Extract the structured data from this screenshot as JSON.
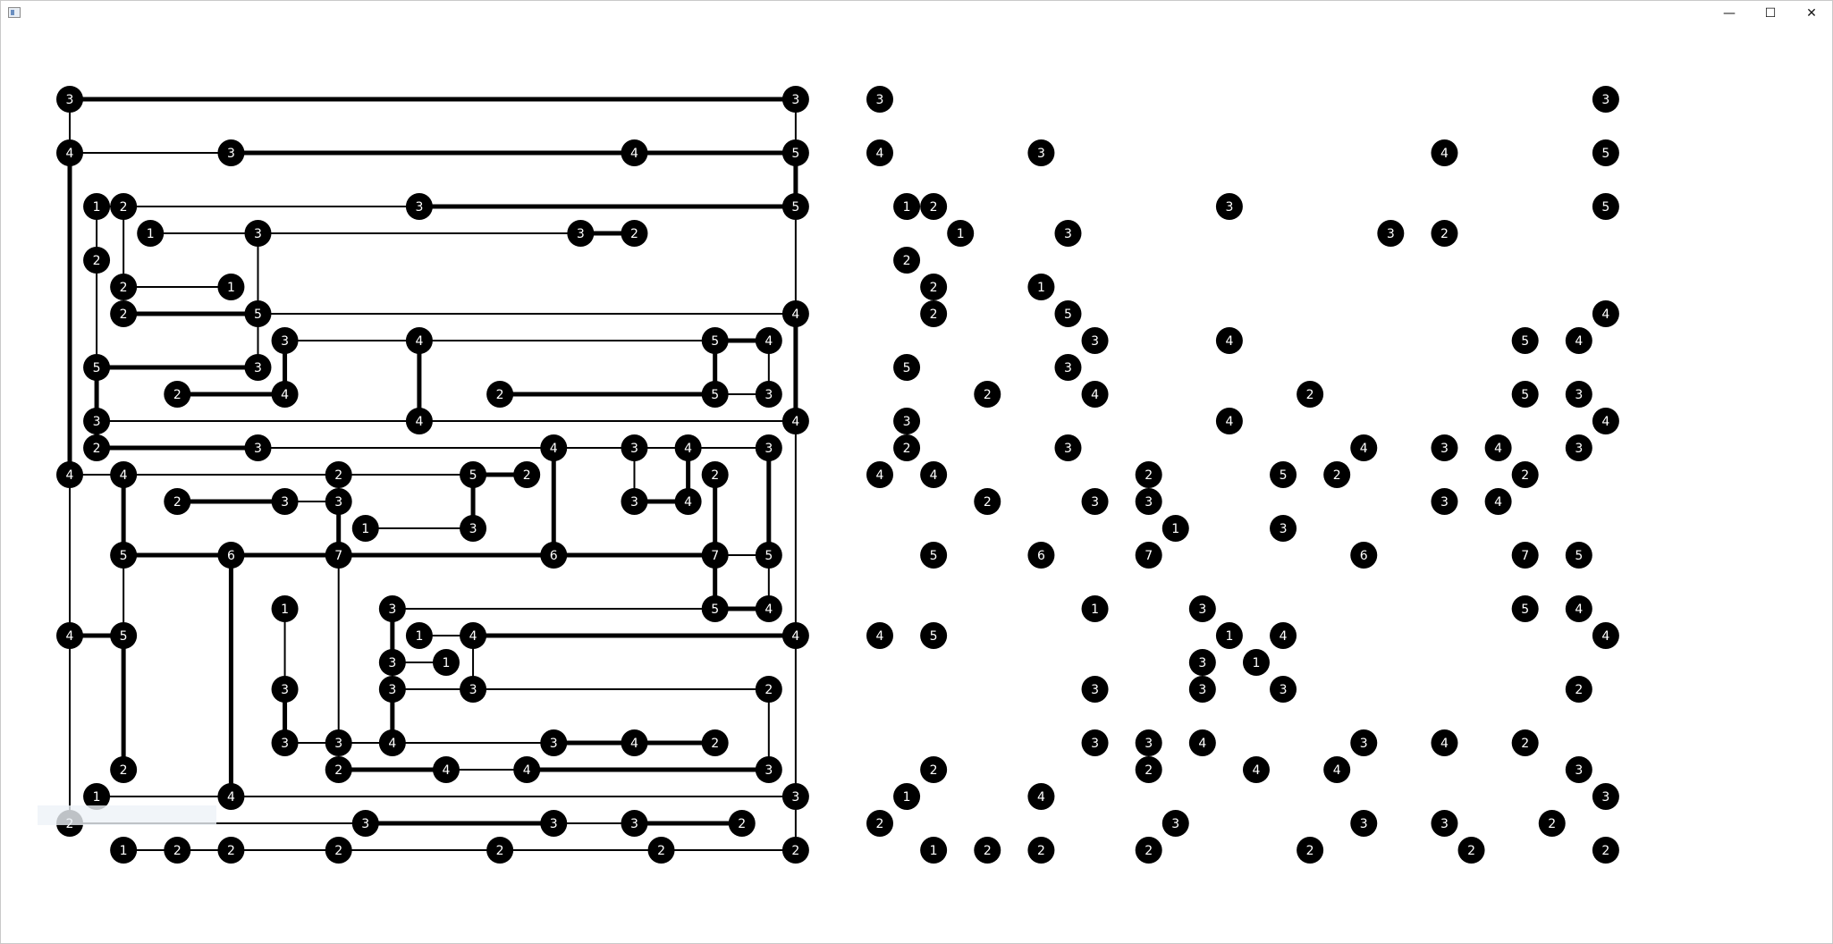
{
  "window": {
    "title": "",
    "minimize_glyph": "—",
    "maximize_glyph": "☐",
    "close_glyph": "✕"
  },
  "ghost_label": "",
  "puzzle": {
    "name": "hashiwokakero",
    "island_color": "#000000",
    "number_color": "#ffffff",
    "bridge_color": "#000000",
    "islands": [
      {
        "id": "A1",
        "col": 0,
        "row": 0,
        "n": 3
      },
      {
        "id": "B1",
        "col": 27,
        "row": 0,
        "n": 3
      },
      {
        "id": "A2",
        "col": 0,
        "row": 2,
        "n": 4
      },
      {
        "id": "C2",
        "col": 6,
        "row": 2,
        "n": 3
      },
      {
        "id": "D2",
        "col": 21,
        "row": 2,
        "n": 4
      },
      {
        "id": "B2",
        "col": 27,
        "row": 2,
        "n": 5
      },
      {
        "id": "E4",
        "col": 1,
        "row": 4,
        "n": 1
      },
      {
        "id": "F4",
        "col": 2,
        "row": 4,
        "n": 2
      },
      {
        "id": "G4",
        "col": 13,
        "row": 4,
        "n": 3
      },
      {
        "id": "B4",
        "col": 27,
        "row": 4,
        "n": 5
      },
      {
        "id": "H5",
        "col": 3,
        "row": 5,
        "n": 1
      },
      {
        "id": "I5",
        "col": 7,
        "row": 5,
        "n": 3
      },
      {
        "id": "J5",
        "col": 19,
        "row": 5,
        "n": 3
      },
      {
        "id": "K5",
        "col": 21,
        "row": 5,
        "n": 2
      },
      {
        "id": "E6",
        "col": 1,
        "row": 6,
        "n": 2
      },
      {
        "id": "F7",
        "col": 2,
        "row": 7,
        "n": 2
      },
      {
        "id": "C7",
        "col": 6,
        "row": 7,
        "n": 1
      },
      {
        "id": "F8",
        "col": 2,
        "row": 8,
        "n": 2
      },
      {
        "id": "I8",
        "col": 7,
        "row": 8,
        "n": 5
      },
      {
        "id": "B8",
        "col": 27,
        "row": 8,
        "n": 4
      },
      {
        "id": "L9",
        "col": 8,
        "row": 9,
        "n": 3
      },
      {
        "id": "G9",
        "col": 13,
        "row": 9,
        "n": 4
      },
      {
        "id": "M9",
        "col": 24,
        "row": 9,
        "n": 5
      },
      {
        "id": "N9",
        "col": 26,
        "row": 9,
        "n": 4
      },
      {
        "id": "E10",
        "col": 1,
        "row": 10,
        "n": 5
      },
      {
        "id": "I10",
        "col": 7,
        "row": 10,
        "n": 3
      },
      {
        "id": "O11",
        "col": 4,
        "row": 11,
        "n": 2
      },
      {
        "id": "L11",
        "col": 8,
        "row": 11,
        "n": 4
      },
      {
        "id": "P11",
        "col": 16,
        "row": 11,
        "n": 2
      },
      {
        "id": "M11",
        "col": 24,
        "row": 11,
        "n": 5
      },
      {
        "id": "N11",
        "col": 26,
        "row": 11,
        "n": 3
      },
      {
        "id": "E12",
        "col": 1,
        "row": 12,
        "n": 3
      },
      {
        "id": "G12",
        "col": 13,
        "row": 12,
        "n": 4
      },
      {
        "id": "B12",
        "col": 27,
        "row": 12,
        "n": 4
      },
      {
        "id": "E13",
        "col": 1,
        "row": 13,
        "n": 2
      },
      {
        "id": "I13",
        "col": 7,
        "row": 13,
        "n": 3
      },
      {
        "id": "Q13",
        "col": 18,
        "row": 13,
        "n": 4
      },
      {
        "id": "R13",
        "col": 21,
        "row": 13,
        "n": 3
      },
      {
        "id": "S13",
        "col": 23,
        "row": 13,
        "n": 4
      },
      {
        "id": "N13",
        "col": 26,
        "row": 13,
        "n": 3
      },
      {
        "id": "A14",
        "col": 0,
        "row": 14,
        "n": 4
      },
      {
        "id": "F14",
        "col": 2,
        "row": 14,
        "n": 4
      },
      {
        "id": "T14",
        "col": 10,
        "row": 14,
        "n": 2
      },
      {
        "id": "U14",
        "col": 15,
        "row": 14,
        "n": 5
      },
      {
        "id": "V14",
        "col": 17,
        "row": 14,
        "n": 2
      },
      {
        "id": "W14",
        "col": 24,
        "row": 14,
        "n": 2
      },
      {
        "id": "O15",
        "col": 4,
        "row": 15,
        "n": 2
      },
      {
        "id": "X15",
        "col": 8,
        "row": 15,
        "n": 3
      },
      {
        "id": "T15",
        "col": 10,
        "row": 15,
        "n": 3
      },
      {
        "id": "R15",
        "col": 21,
        "row": 15,
        "n": 3
      },
      {
        "id": "S15",
        "col": 23,
        "row": 15,
        "n": 4
      },
      {
        "id": "Y16",
        "col": 11,
        "row": 16,
        "n": 1
      },
      {
        "id": "U16",
        "col": 15,
        "row": 16,
        "n": 3
      },
      {
        "id": "F17",
        "col": 2,
        "row": 17,
        "n": 5
      },
      {
        "id": "C17",
        "col": 6,
        "row": 17,
        "n": 6
      },
      {
        "id": "T17",
        "col": 10,
        "row": 17,
        "n": 7
      },
      {
        "id": "Q17",
        "col": 18,
        "row": 17,
        "n": 6
      },
      {
        "id": "W17",
        "col": 24,
        "row": 17,
        "n": 7
      },
      {
        "id": "N17",
        "col": 26,
        "row": 17,
        "n": 5
      },
      {
        "id": "Z19",
        "col": 8,
        "row": 19,
        "n": 1
      },
      {
        "id": "AA19",
        "col": 12,
        "row": 19,
        "n": 3
      },
      {
        "id": "W19",
        "col": 24,
        "row": 19,
        "n": 5
      },
      {
        "id": "N19",
        "col": 26,
        "row": 19,
        "n": 4
      },
      {
        "id": "A20",
        "col": 0,
        "row": 20,
        "n": 4
      },
      {
        "id": "F20",
        "col": 2,
        "row": 20,
        "n": 5
      },
      {
        "id": "AB20",
        "col": 13,
        "row": 20,
        "n": 1
      },
      {
        "id": "AC20",
        "col": 15,
        "row": 20,
        "n": 4
      },
      {
        "id": "B20",
        "col": 27,
        "row": 20,
        "n": 4
      },
      {
        "id": "AA21",
        "col": 12,
        "row": 21,
        "n": 3
      },
      {
        "id": "AD21",
        "col": 14,
        "row": 21,
        "n": 1
      },
      {
        "id": "Z22",
        "col": 8,
        "row": 22,
        "n": 3
      },
      {
        "id": "AA22",
        "col": 12,
        "row": 22,
        "n": 3
      },
      {
        "id": "AC22",
        "col": 15,
        "row": 22,
        "n": 3
      },
      {
        "id": "AE22",
        "col": 26,
        "row": 22,
        "n": 2
      },
      {
        "id": "Z24",
        "col": 8,
        "row": 24,
        "n": 3
      },
      {
        "id": "T24",
        "col": 10,
        "row": 24,
        "n": 3
      },
      {
        "id": "AA24",
        "col": 12,
        "row": 24,
        "n": 4
      },
      {
        "id": "AF24",
        "col": 18,
        "row": 24,
        "n": 3
      },
      {
        "id": "R24",
        "col": 21,
        "row": 24,
        "n": 4
      },
      {
        "id": "AG24",
        "col": 24,
        "row": 24,
        "n": 2
      },
      {
        "id": "F25",
        "col": 2,
        "row": 25,
        "n": 2
      },
      {
        "id": "T25",
        "col": 10,
        "row": 25,
        "n": 2
      },
      {
        "id": "AH25",
        "col": 14,
        "row": 25,
        "n": 4
      },
      {
        "id": "P25",
        "col": 17,
        "row": 25,
        "n": 4
      },
      {
        "id": "AE25",
        "col": 26,
        "row": 25,
        "n": 3
      },
      {
        "id": "E26",
        "col": 1,
        "row": 26,
        "n": 1
      },
      {
        "id": "C26",
        "col": 6,
        "row": 26,
        "n": 4
      },
      {
        "id": "B26",
        "col": 27,
        "row": 26,
        "n": 3
      },
      {
        "id": "A27",
        "col": 0,
        "row": 27,
        "n": 2
      },
      {
        "id": "AI27",
        "col": 11,
        "row": 27,
        "n": 3
      },
      {
        "id": "AF27",
        "col": 18,
        "row": 27,
        "n": 3
      },
      {
        "id": "R27",
        "col": 21,
        "row": 27,
        "n": 3
      },
      {
        "id": "AJ27",
        "col": 25,
        "row": 27,
        "n": 2
      },
      {
        "id": "F28",
        "col": 2,
        "row": 28,
        "n": 1
      },
      {
        "id": "O28",
        "col": 4,
        "row": 28,
        "n": 2
      },
      {
        "id": "C28",
        "col": 6,
        "row": 28,
        "n": 2
      },
      {
        "id": "T28",
        "col": 10,
        "row": 28,
        "n": 2
      },
      {
        "id": "AK28",
        "col": 16,
        "row": 28,
        "n": 2
      },
      {
        "id": "AL28",
        "col": 22,
        "row": 28,
        "n": 2
      },
      {
        "id": "B28",
        "col": 27,
        "row": 28,
        "n": 2
      }
    ],
    "bridges": [
      {
        "a": "A1",
        "b": "B1",
        "count": 2
      },
      {
        "a": "A1",
        "b": "A2",
        "count": 1
      },
      {
        "a": "B1",
        "b": "B2",
        "count": 1
      },
      {
        "a": "A2",
        "b": "C2",
        "count": 1
      },
      {
        "a": "C2",
        "b": "D2",
        "count": 2
      },
      {
        "a": "D2",
        "b": "B2",
        "count": 2
      },
      {
        "a": "A2",
        "b": "A14",
        "count": 2
      },
      {
        "a": "B2",
        "b": "B4",
        "count": 2
      },
      {
        "a": "E4",
        "b": "F4",
        "count": 1
      },
      {
        "a": "F4",
        "b": "G4",
        "count": 1
      },
      {
        "a": "G4",
        "b": "B4",
        "count": 2
      },
      {
        "a": "B4",
        "b": "B8",
        "count": 1
      },
      {
        "a": "H5",
        "b": "I5",
        "count": 1
      },
      {
        "a": "I5",
        "b": "J5",
        "count": 1
      },
      {
        "a": "J5",
        "b": "K5",
        "count": 2
      },
      {
        "a": "E4",
        "b": "E6",
        "count": 1
      },
      {
        "a": "F4",
        "b": "F7",
        "count": 1
      },
      {
        "a": "I5",
        "b": "I8",
        "count": 1
      },
      {
        "a": "F7",
        "b": "C7",
        "count": 1
      },
      {
        "a": "F8",
        "b": "I8",
        "count": 2
      },
      {
        "a": "I8",
        "b": "B8",
        "count": 1
      },
      {
        "a": "I8",
        "b": "I10",
        "count": 1
      },
      {
        "a": "E6",
        "b": "E10",
        "count": 1
      },
      {
        "a": "L9",
        "b": "G9",
        "count": 1
      },
      {
        "a": "G9",
        "b": "M9",
        "count": 1
      },
      {
        "a": "M9",
        "b": "N9",
        "count": 2
      },
      {
        "a": "B8",
        "b": "B12",
        "count": 2
      },
      {
        "a": "L9",
        "b": "L11",
        "count": 2
      },
      {
        "a": "G9",
        "b": "G12",
        "count": 2
      },
      {
        "a": "M9",
        "b": "M11",
        "count": 2
      },
      {
        "a": "N9",
        "b": "N11",
        "count": 1
      },
      {
        "a": "E10",
        "b": "I10",
        "count": 2
      },
      {
        "a": "E10",
        "b": "E12",
        "count": 2
      },
      {
        "a": "O11",
        "b": "L11",
        "count": 2
      },
      {
        "a": "P11",
        "b": "M11",
        "count": 2
      },
      {
        "a": "M11",
        "b": "N11",
        "count": 1
      },
      {
        "a": "E12",
        "b": "G12",
        "count": 1
      },
      {
        "a": "G12",
        "b": "B12",
        "count": 1
      },
      {
        "a": "E12",
        "b": "E13",
        "count": 2
      },
      {
        "a": "E13",
        "b": "I13",
        "count": 2
      },
      {
        "a": "I13",
        "b": "Q13",
        "count": 1
      },
      {
        "a": "Q13",
        "b": "R13",
        "count": 1
      },
      {
        "a": "R13",
        "b": "S13",
        "count": 1
      },
      {
        "a": "S13",
        "b": "N13",
        "count": 1
      },
      {
        "a": "A14",
        "b": "F14",
        "count": 1
      },
      {
        "a": "F14",
        "b": "T14",
        "count": 1
      },
      {
        "a": "T14",
        "b": "U14",
        "count": 1
      },
      {
        "a": "U14",
        "b": "V14",
        "count": 2
      },
      {
        "a": "B12",
        "b": "B20",
        "count": 1
      },
      {
        "a": "Q13",
        "b": "Q17",
        "count": 2
      },
      {
        "a": "R13",
        "b": "R15",
        "count": 1
      },
      {
        "a": "S13",
        "b": "S15",
        "count": 2
      },
      {
        "a": "N13",
        "b": "N17",
        "count": 2
      },
      {
        "a": "F14",
        "b": "F17",
        "count": 2
      },
      {
        "a": "T14",
        "b": "T15",
        "count": 1
      },
      {
        "a": "U14",
        "b": "U16",
        "count": 2
      },
      {
        "a": "W14",
        "b": "W17",
        "count": 2
      },
      {
        "a": "O15",
        "b": "X15",
        "count": 2
      },
      {
        "a": "X15",
        "b": "T15",
        "count": 1
      },
      {
        "a": "R15",
        "b": "S15",
        "count": 2
      },
      {
        "a": "Y16",
        "b": "U16",
        "count": 1
      },
      {
        "a": "T15",
        "b": "T17",
        "count": 2
      },
      {
        "a": "F17",
        "b": "C17",
        "count": 2
      },
      {
        "a": "C17",
        "b": "T17",
        "count": 2
      },
      {
        "a": "T17",
        "b": "Q17",
        "count": 2
      },
      {
        "a": "Q17",
        "b": "W17",
        "count": 2
      },
      {
        "a": "W17",
        "b": "N17",
        "count": 1
      },
      {
        "a": "W17",
        "b": "W19",
        "count": 2
      },
      {
        "a": "N17",
        "b": "N19",
        "count": 1
      },
      {
        "a": "AA19",
        "b": "W19",
        "count": 1
      },
      {
        "a": "W19",
        "b": "N19",
        "count": 2
      },
      {
        "a": "A14",
        "b": "A20",
        "count": 1
      },
      {
        "a": "A20",
        "b": "F20",
        "count": 2
      },
      {
        "a": "F17",
        "b": "F20",
        "count": 1
      },
      {
        "a": "AB20",
        "b": "AC20",
        "count": 1
      },
      {
        "a": "AC20",
        "b": "B20",
        "count": 2
      },
      {
        "a": "AA19",
        "b": "AA21",
        "count": 2
      },
      {
        "a": "AA21",
        "b": "AD21",
        "count": 1
      },
      {
        "a": "AC20",
        "b": "AC22",
        "count": 1
      },
      {
        "a": "Z19",
        "b": "Z22",
        "count": 1
      },
      {
        "a": "AA21",
        "b": "AA22",
        "count": 1
      },
      {
        "a": "AA22",
        "b": "AC22",
        "count": 1
      },
      {
        "a": "AC22",
        "b": "AE22",
        "count": 1
      },
      {
        "a": "Z22",
        "b": "Z24",
        "count": 2
      },
      {
        "a": "Z24",
        "b": "T24",
        "count": 1
      },
      {
        "a": "T24",
        "b": "AA24",
        "count": 1
      },
      {
        "a": "AA24",
        "b": "AF24",
        "count": 1
      },
      {
        "a": "AF24",
        "b": "R24",
        "count": 2
      },
      {
        "a": "R24",
        "b": "AG24",
        "count": 2
      },
      {
        "a": "AA22",
        "b": "AA24",
        "count": 2
      },
      {
        "a": "T17",
        "b": "T24",
        "count": 1
      },
      {
        "a": "AE22",
        "b": "AE25",
        "count": 1
      },
      {
        "a": "F20",
        "b": "F25",
        "count": 2
      },
      {
        "a": "T25",
        "b": "AH25",
        "count": 2
      },
      {
        "a": "AH25",
        "b": "P25",
        "count": 1
      },
      {
        "a": "P25",
        "b": "AE25",
        "count": 2
      },
      {
        "a": "C17",
        "b": "C26",
        "count": 2
      },
      {
        "a": "E26",
        "b": "C26",
        "count": 1
      },
      {
        "a": "C26",
        "b": "B26",
        "count": 1
      },
      {
        "a": "B20",
        "b": "B26",
        "count": 1
      },
      {
        "a": "A20",
        "b": "A27",
        "count": 1
      },
      {
        "a": "A27",
        "b": "AI27",
        "count": 1
      },
      {
        "a": "AI27",
        "b": "AF27",
        "count": 2
      },
      {
        "a": "AF27",
        "b": "R27",
        "count": 1
      },
      {
        "a": "R27",
        "b": "AJ27",
        "count": 2
      },
      {
        "a": "B26",
        "b": "B28",
        "count": 1
      },
      {
        "a": "F28",
        "b": "O28",
        "count": 1
      },
      {
        "a": "O28",
        "b": "C28",
        "count": 1
      },
      {
        "a": "C28",
        "b": "T28",
        "count": 1
      },
      {
        "a": "T28",
        "b": "AK28",
        "count": 1
      },
      {
        "a": "AK28",
        "b": "AL28",
        "count": 1
      },
      {
        "a": "AL28",
        "b": "B28",
        "count": 1
      }
    ]
  }
}
